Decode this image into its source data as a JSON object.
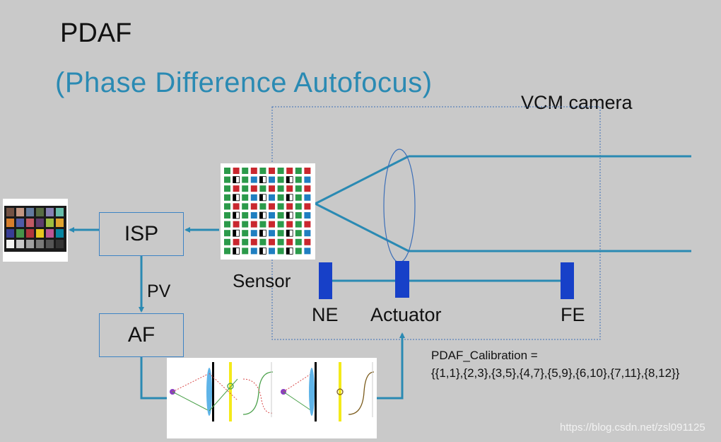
{
  "title": "PDAF",
  "subtitle": "(Phase Difference Autofocus)",
  "vcm_label": "VCM camera",
  "blocks": {
    "isp": "ISP",
    "af": "AF"
  },
  "pv_label": "PV",
  "sensor_label": "Sensor",
  "actuator_labels": {
    "ne": "NE",
    "actuator": "Actuator",
    "fe": "FE"
  },
  "calibration": {
    "line1": "PDAF_Calibration =",
    "line2": "{{1,1},{2,3},{3,5},{4,7},{5,9},{6,10},{7,11},{8,12}}"
  },
  "watermark": "https://blog.csdn.net/zsl091125",
  "colors": {
    "line": "#2a8ab3",
    "actuator_block": "#1740c8",
    "box_border": "#3d83c4",
    "background": "#c9c9c9"
  }
}
